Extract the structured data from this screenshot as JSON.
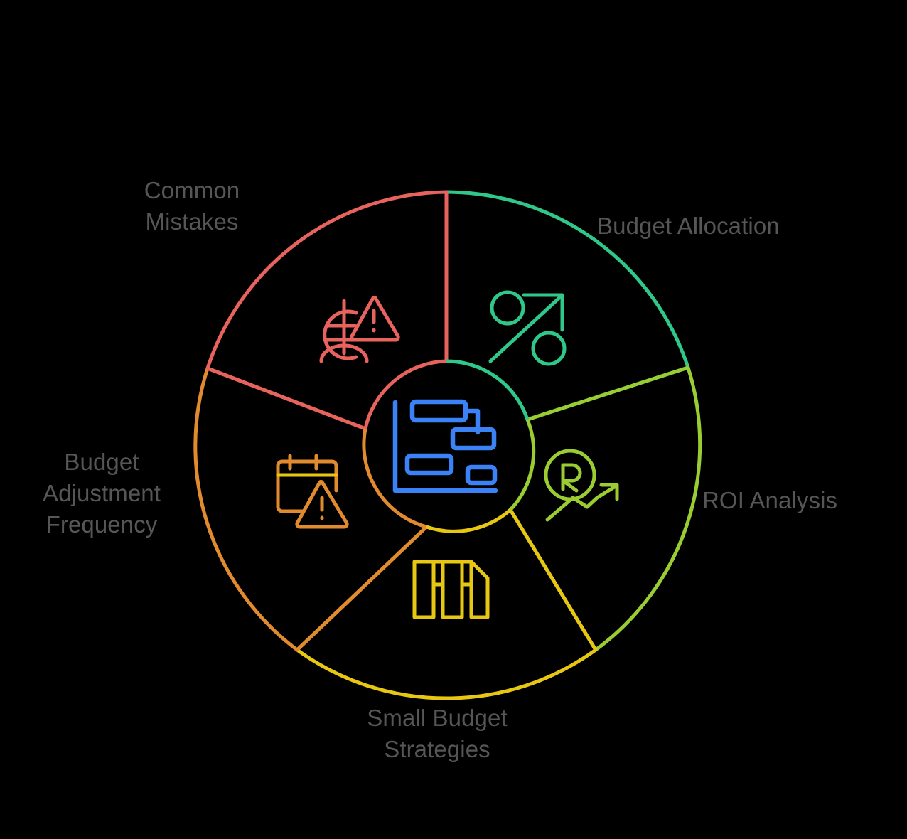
{
  "diagram": {
    "type": "pinwheel-cycle-diagram",
    "title_visible": false,
    "background_color": "#000000",
    "label_color": "#565656",
    "center": {
      "icon": "gantt-chart-icon",
      "icon_color": "#3B82F6",
      "ring_colors": [
        "#E8635E",
        "#2FC78A",
        "#9ACD32",
        "#E8C713",
        "#E18B2E"
      ]
    },
    "segments": [
      {
        "id": "budget-allocation",
        "label": "Budget Allocation",
        "color": "#2FC78A",
        "icon": "percent-growth-arrow-icon",
        "start_angle_deg": -90,
        "end_angle_deg": -18
      },
      {
        "id": "roi-analysis",
        "label": "ROI Analysis",
        "color": "#9ACD32",
        "icon": "roi-circle-arrow-icon",
        "start_angle_deg": -18,
        "end_angle_deg": 54
      },
      {
        "id": "small-budget-strategies",
        "label": "Small Budget\nStrategies",
        "color": "#E8C713",
        "icon": "money-stack-icon",
        "start_angle_deg": 54,
        "end_angle_deg": 126
      },
      {
        "id": "budget-adjustment-frequency",
        "label": "Budget\nAdjustment\nFrequency",
        "color": "#E18B2E",
        "icon": "calendar-warning-icon",
        "start_angle_deg": 126,
        "end_angle_deg": 198
      },
      {
        "id": "common-mistakes",
        "label": "Common\nMistakes",
        "color": "#E8635E",
        "icon": "currency-warning-icon",
        "start_angle_deg": 198,
        "end_angle_deg": 270
      }
    ]
  }
}
